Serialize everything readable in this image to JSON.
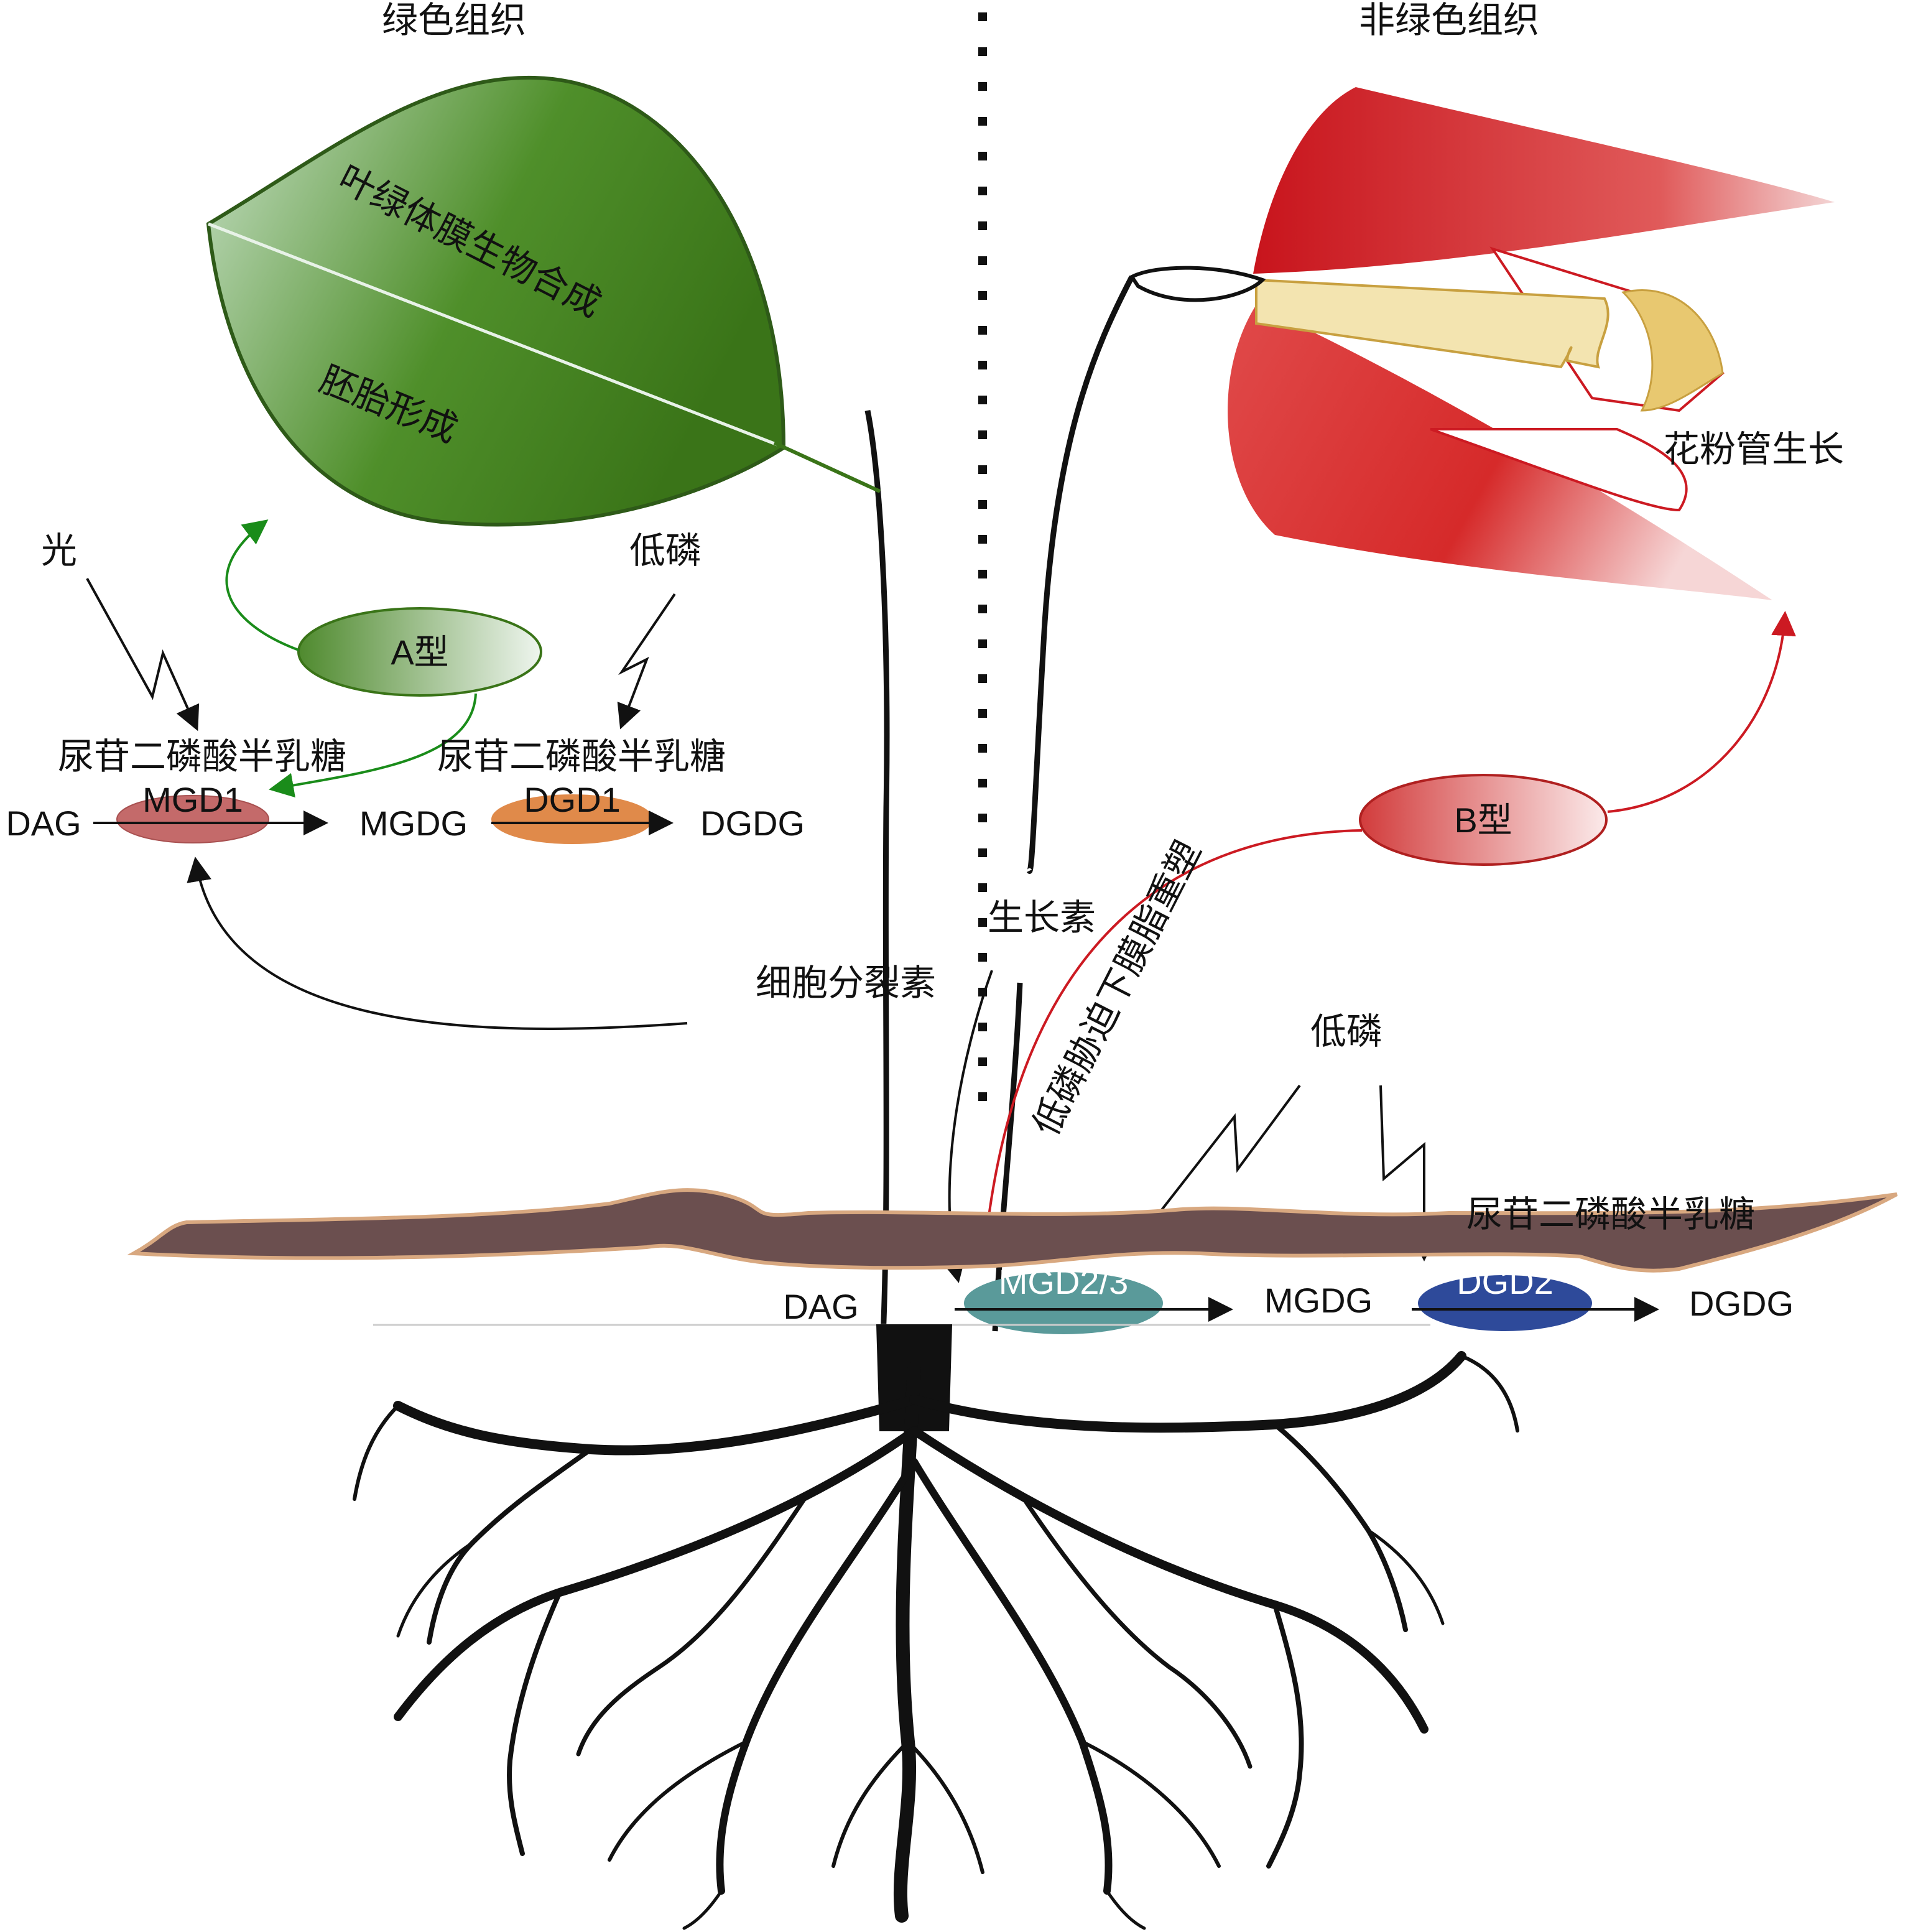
{
  "sections": {
    "green_tissue": "绿色组织",
    "non_green_tissue": "非绿色组织"
  },
  "leaf": {
    "label_top": "叶绿体膜生物合成",
    "label_bottom": "胚胎形成"
  },
  "flower": {
    "label": "花粉管生长"
  },
  "green_pathway": {
    "light": "光",
    "low_phosphate": "低磷",
    "type_a": "A型",
    "udp_gal_1": "尿苷二磷酸半乳糖",
    "udp_gal_2": "尿苷二磷酸半乳糖",
    "dag": "DAG",
    "mgd1": "MGD1",
    "mgdg": "MGDG",
    "dgd1": "DGD1",
    "dgdg": "DGDG"
  },
  "hormones": {
    "auxin": "生长素",
    "cytokinin": "细胞分裂素"
  },
  "non_green_pathway": {
    "type_b": "B型",
    "membrane_remodel": "低磷胁迫下膜脂重塑",
    "low_phosphate": "低磷",
    "udp_gal": "尿苷二磷酸半乳糖",
    "dag": "DAG",
    "mgd23": "MGD2/3",
    "mgdg": "MGDG",
    "dgd2": "DGD2",
    "dgdg": "DGDG"
  },
  "colors": {
    "leaf_dark": "#3f7a1f",
    "leaf_light": "#b8d6b8",
    "flower_red": "#cc1a22",
    "green_arrow": "#1a8c1a",
    "red_arrow": "#cc1a22",
    "mgd1": "#c86e6e",
    "dgd1": "#e08a4a",
    "mgd23": "#5a9a9a",
    "dgd2": "#2e4a9a",
    "soil": "#6b4f4f"
  }
}
